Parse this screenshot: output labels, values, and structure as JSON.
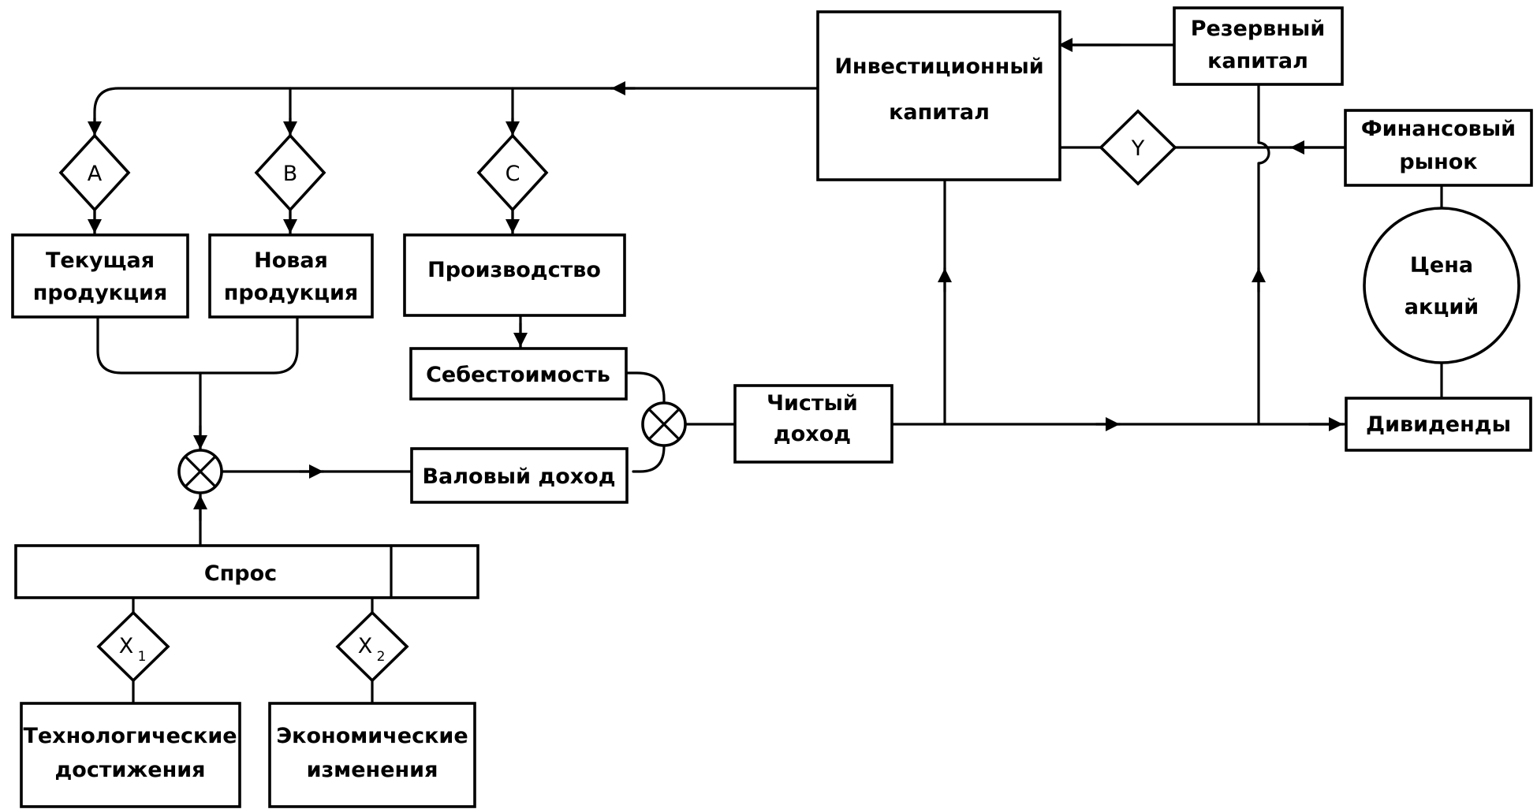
{
  "blocks": {
    "current_products": [
      "Текущая",
      "продукция"
    ],
    "new_products": [
      "Новая",
      "продукция"
    ],
    "production": "Производство",
    "cost": "Себестоимость",
    "gross_income": "Валовый доход",
    "net_income": [
      "Чистый",
      "доход"
    ],
    "investment_capital": [
      "Инвестиционный",
      "капитал"
    ],
    "reserve_capital": [
      "Резервный",
      "капитал"
    ],
    "financial_market": [
      "Финансовый",
      "рынок"
    ],
    "share_price": [
      "Цена",
      "акций"
    ],
    "dividends": "Дивиденды",
    "demand": "Спрос",
    "tech_progress": [
      "Технологические",
      "достижения"
    ],
    "economic_changes": [
      "Экономические",
      "изменения"
    ]
  },
  "decisions": {
    "a": "A",
    "b": "B",
    "c": "C",
    "y": "Y",
    "x1": "X",
    "x1_sub": "1",
    "x2": "X",
    "x2_sub": "2"
  }
}
